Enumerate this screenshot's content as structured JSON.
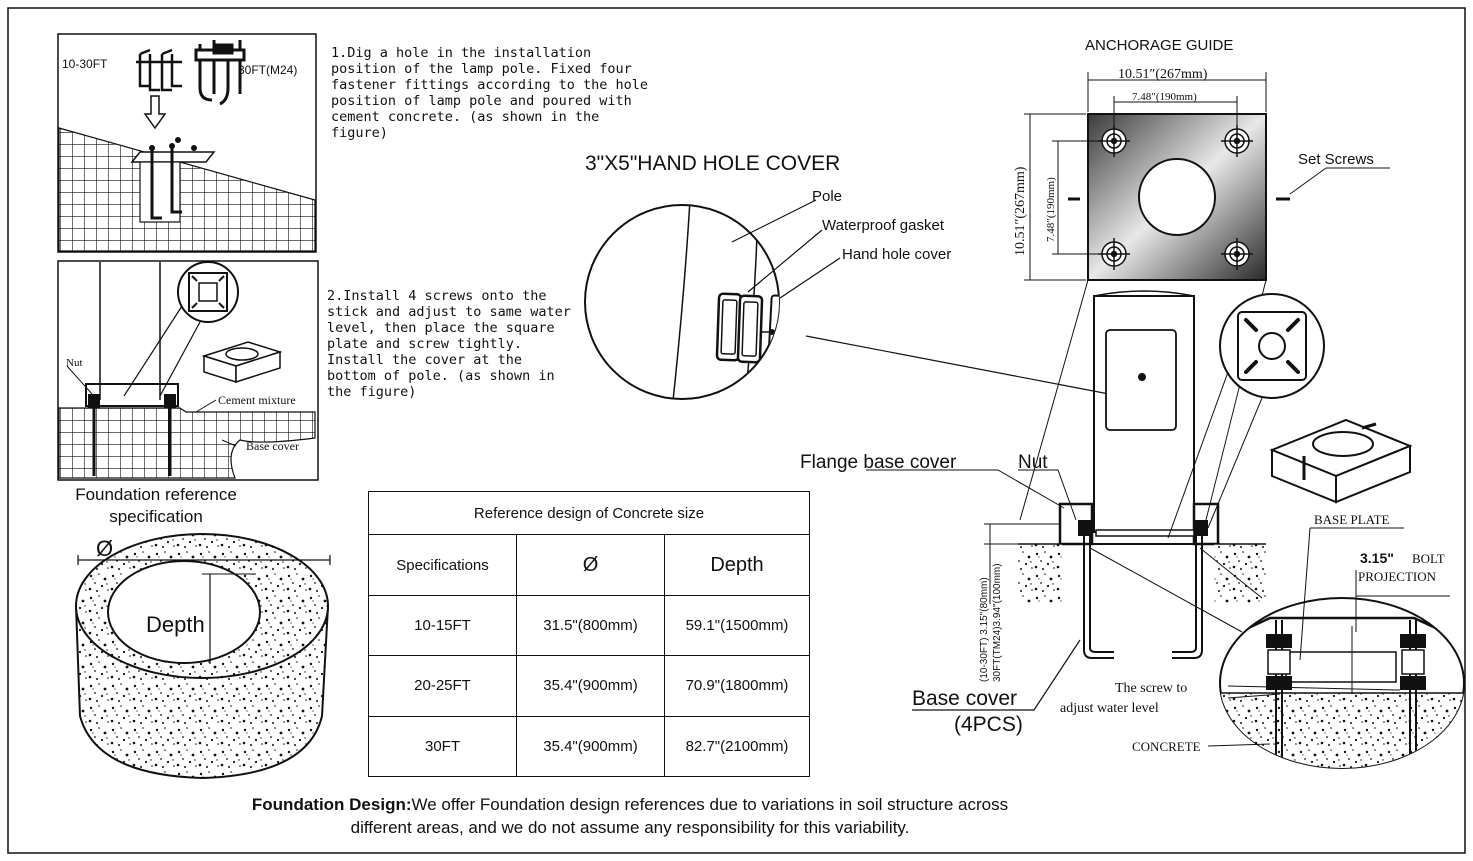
{
  "step1": {
    "label_left": "10-30FT",
    "label_right": "30FT(M24)",
    "text": "1.Dig a hole in the installation\nposition of the lamp pole. Fixed four\nfastener fittings according to the hole\nposition of lamp pole and poured with\ncement concrete. (as shown in the\nfigure)"
  },
  "step2": {
    "label_nut": "Nut",
    "label_cement": "Cement mixture",
    "label_base": "Base cover",
    "text": "2.Install 4 screws onto the\nstick and adjust to same water\nlevel, then place the square\nplate and screw tightly.\nInstall the cover at the\nbottom of pole. (as shown in\nthe figure)"
  },
  "foundation": {
    "caption": "Foundation reference\nspecification",
    "diameter_symbol": "Ø",
    "depth_label": "Depth"
  },
  "hand_hole": {
    "title": "3\"X5\"HAND HOLE COVER",
    "label_pole": "Pole",
    "label_gasket": "Waterproof gasket",
    "label_cover": "Hand hole cover"
  },
  "anchorage": {
    "title": "ANCHORAGE GUIDE",
    "dim_outer_width": "10.51″(267mm)",
    "dim_inner_width": "7.48″(190mm)",
    "dim_outer_height": "10.51″(267mm)",
    "dim_inner_height": "7.48″(190mm)",
    "label_set_screws": "Set Screws"
  },
  "install": {
    "label_flange": "Flange base cover",
    "label_nut": "Nut",
    "label_base_plate": "BASE PLATE",
    "label_bolt_value": "3.15\"",
    "label_bolt_text": "BOLT",
    "label_projection": "PROJECTION",
    "label_screw_line1": "The screw to",
    "label_screw_line2": "adjust water level",
    "label_concrete": "CONCRETE",
    "label_base_cover": "Base cover",
    "label_pcs": "(4PCS)",
    "dim_vertical_1": "(10-30FT) 3.15\"(80mm)",
    "dim_vertical_2": "30FT(TM24)3.94\"(100mm)"
  },
  "concrete_table": {
    "caption": "Reference design of Concrete size",
    "headers": [
      "Specifications",
      "Ø",
      "Depth"
    ],
    "rows": [
      [
        "10-15FT",
        "31.5\"(800mm)",
        "59.1\"(1500mm)"
      ],
      [
        "20-25FT",
        "35.4\"(900mm)",
        "70.9\"(1800mm)"
      ],
      [
        "30FT",
        "35.4\"(900mm)",
        "82.7\"(2100mm)"
      ]
    ]
  },
  "footer": {
    "bold": "Foundation Design:",
    "text": "We offer Foundation design references due to variations in soil structure across\ndifferent areas, and we do not assume any responsibility for this variability."
  },
  "colors": {
    "ink": "#111111",
    "paper": "#ffffff"
  }
}
